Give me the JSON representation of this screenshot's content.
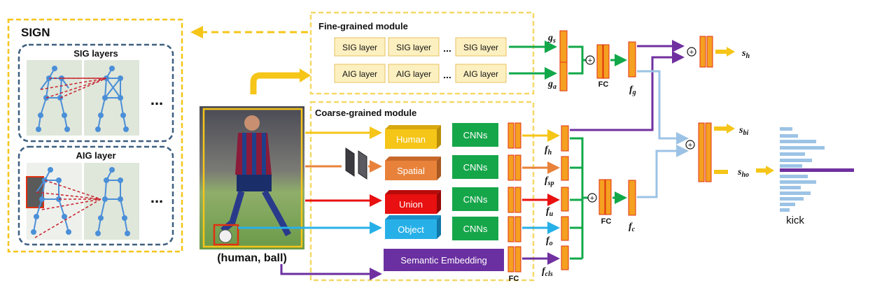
{
  "sign": {
    "title": "SIGN",
    "sig_layers_title": "SIG layers",
    "aig_layer_title": "AIG layer",
    "ellipsis": "..."
  },
  "fine_module": {
    "title": "Fine-grained module",
    "sig_label": "SIG layer",
    "aig_label": "AIG layer",
    "ellipsis": "..."
  },
  "coarse_module": {
    "title": "Coarse-grained module",
    "streams": [
      "Human",
      "Spatial",
      "Union",
      "Object"
    ],
    "cnn_label": "CNNs",
    "semantic_label": "Semantic Embedding"
  },
  "input_caption": "(human, ball)",
  "fc_label": "FC",
  "features": {
    "g_s": "g",
    "g_s_sub": "s",
    "g_a": "g",
    "g_a_sub": "a",
    "f_g": "f",
    "f_g_sub": "g",
    "f_h": "f",
    "f_h_sub": "h",
    "f_sp": "f",
    "f_sp_sub": "sp",
    "f_u": "f",
    "f_u_sub": "u",
    "f_o": "f",
    "f_o_sub": "o",
    "f_cls": "f",
    "f_cls_sub": "cls",
    "f_c": "f",
    "f_c_sub": "c"
  },
  "scores": {
    "s_h": "s",
    "s_h_sub": "h",
    "s_bi": "s",
    "s_bi_sub": "bi",
    "s_ho": "s",
    "s_ho_sub": "ho"
  },
  "plus_symbol": "+",
  "output_label": "kick",
  "colors": {
    "yellow_border": "#f5c518",
    "dark_blue_border": "#3d5f80",
    "orange_bar": "#f5a020",
    "red_bar_border": "#e03010",
    "human_stream": "#f5c518",
    "spatial_stream": "#e8823a",
    "union_stream": "#e81010",
    "object_stream": "#27b0e8",
    "semantic_stream": "#6a2fa0",
    "cnn_green": "#16a64a",
    "arrow_green": "#12a84a",
    "arrow_purple": "#7030a0",
    "arrow_lightblue": "#9cc3e5",
    "histogram_bar": "#9cc3e5"
  }
}
